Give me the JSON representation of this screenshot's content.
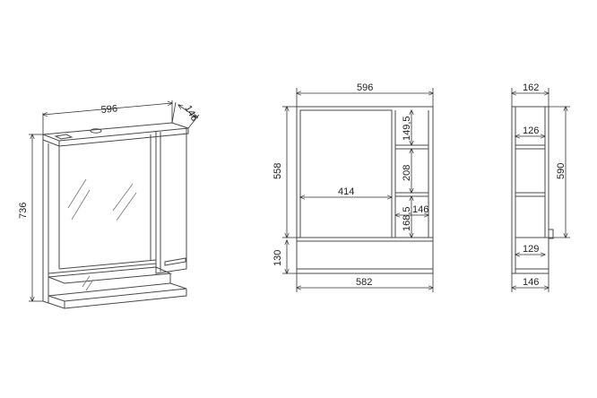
{
  "views": {
    "perspective": {
      "width": "596",
      "depth": "146",
      "height": "736"
    },
    "front": {
      "width": "596",
      "cabinet_height": "558",
      "mirror_width": "414",
      "shelf_spacing_top": "149,5",
      "shelf_spacing_mid": "208",
      "shelf_spacing_bottom": "168,5",
      "niche_width": "146",
      "bottom_shelf_height": "130",
      "bottom_width": "582"
    },
    "side": {
      "depth_top": "162",
      "inner_depth": "126",
      "height": "590",
      "shelf_depth": "129",
      "depth_bottom": "146"
    }
  }
}
